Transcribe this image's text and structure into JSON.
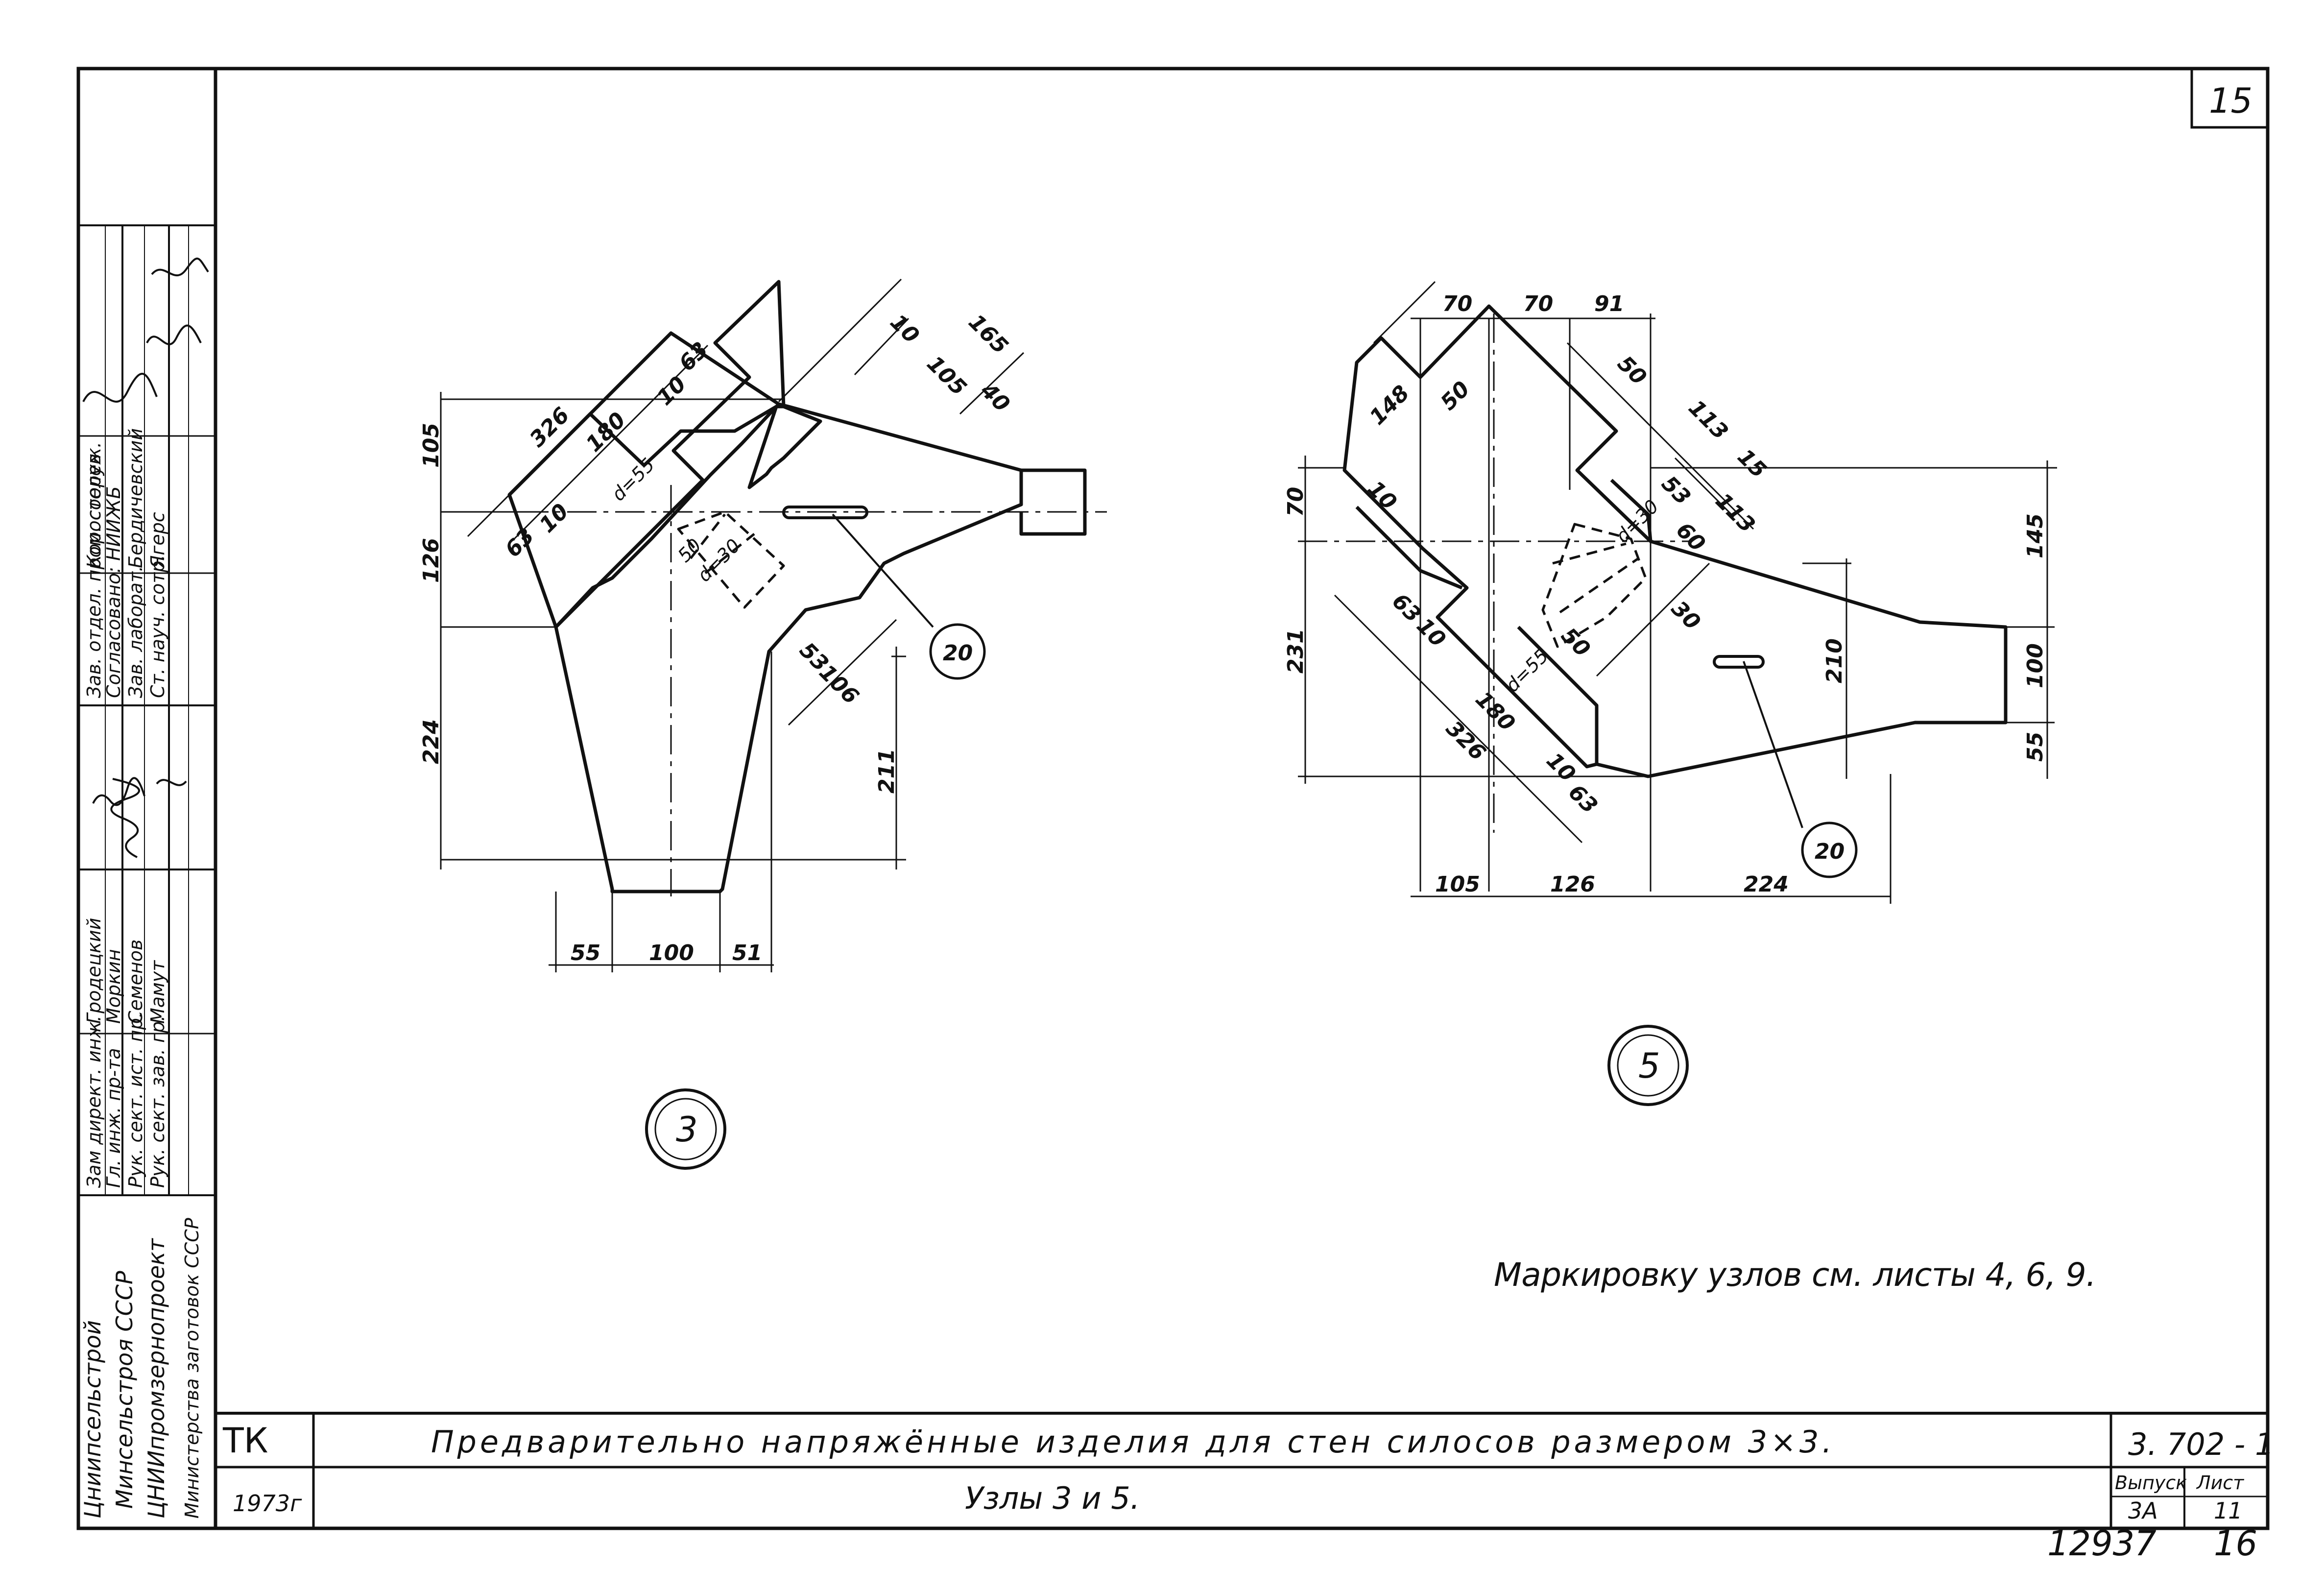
{
  "sheet": {
    "page_number": "15",
    "stamp_number": "12937",
    "stamp_page": "16"
  },
  "organizations": [
    "Цниипсельстрой",
    "Минсельстроя СССР",
    "ЦНИИпромзернопроект",
    "Министерства заготовок СССР"
  ],
  "approvals": {
    "left_roles": [
      "Зам директ. инж.",
      "Гл. инж. пр-та",
      "Рук. сект. ист. пр.",
      "Рук. сект. зав. гр."
    ],
    "left_names": [
      "Гродецкий",
      "Моркин",
      "Семенов",
      "Мамут"
    ],
    "right_roles": [
      "Зав. отдел. пром. сооруж.",
      "Согласовано: НИИЖБ",
      "Зав. лаборат.",
      "Ст. науч. сотр."
    ],
    "right_names": [
      "Коростелев",
      "",
      "Бердичевский",
      "Ягерс"
    ]
  },
  "title_block": {
    "code": "ТК",
    "year": "1973г",
    "title": "Предварительно напряжённые изделия для стен силосов размером 3×3.",
    "subtitle": "Узлы 3 и 5.",
    "doc_number": "3. 702 - 1",
    "issue_label": "Выпуск",
    "issue": "3А",
    "sheet_label": "Лист",
    "sheet_no": "11"
  },
  "note": "Маркировку узлов см. листы 4, 6, 9.",
  "node3": {
    "label": "3",
    "callout": "20",
    "dims": {
      "d105": "105",
      "d126": "126",
      "d224": "224",
      "d211": "211",
      "b55": "55",
      "b100": "100",
      "b51": "51",
      "d326": "326",
      "d180": "180",
      "d10a": "10",
      "d63a": "63",
      "d63b": "63",
      "d10b": "10",
      "dia55": "d=55",
      "d50": "50",
      "dia30": "d=30",
      "d10c": "10",
      "d165": "165",
      "d105b": "105",
      "d40": "40",
      "d53": "53",
      "d106": "106"
    }
  },
  "node5": {
    "label": "5",
    "callout": "20",
    "dims": {
      "t70a": "70",
      "t70b": "70",
      "t91": "91",
      "l70": "70",
      "l231": "231",
      "d148": "148",
      "d50a": "50",
      "d10a": "10",
      "d63a": "63",
      "d10b": "10",
      "d180": "180",
      "d326": "326",
      "dia55": "d=55",
      "d10c": "10",
      "d63b": "63",
      "d50b": "50",
      "d113a": "113",
      "d15": "15",
      "d53": "53",
      "d113b": "113",
      "d60": "60",
      "dia30": "d=30",
      "d50c": "50",
      "d30": "30",
      "r145": "145",
      "r100": "100",
      "r55": "55",
      "d210": "210",
      "b105": "105",
      "b126": "126",
      "b224": "224"
    }
  }
}
